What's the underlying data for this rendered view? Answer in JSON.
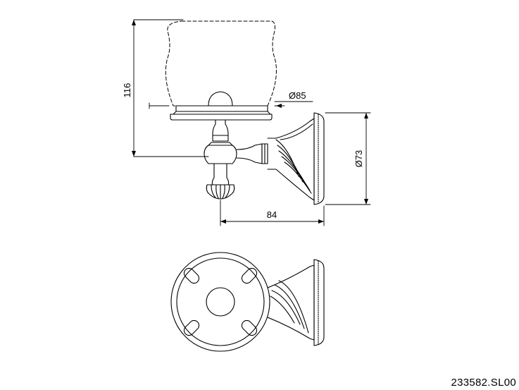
{
  "dimensions": {
    "height": "116",
    "glass_diameter": "Ø85",
    "base_diameter": "Ø73",
    "projection": "84"
  },
  "product_code": "233582.SL00"
}
